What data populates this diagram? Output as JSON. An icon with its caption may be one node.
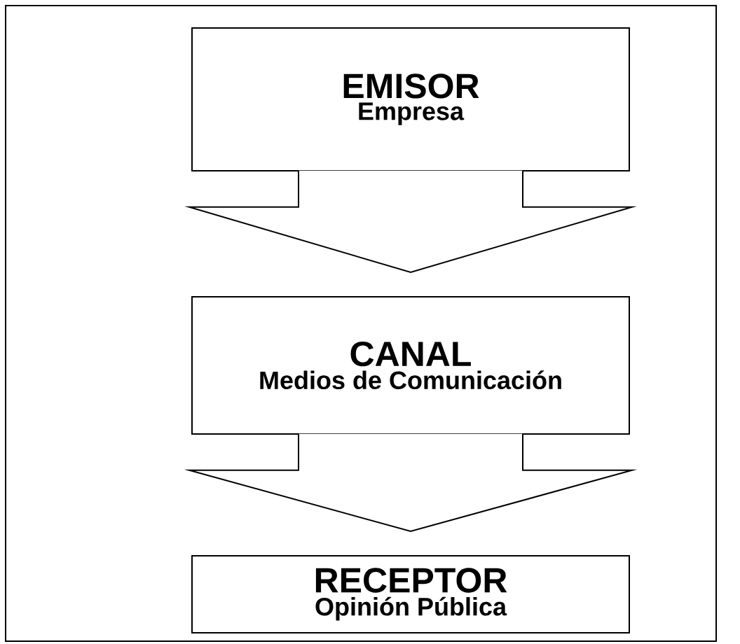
{
  "diagram": {
    "nodes": [
      {
        "text": [
          "EMISOR",
          "Empresa"
        ]
      },
      {
        "text": [
          "CANAL",
          "Medios de Comunicación"
        ]
      },
      {
        "text": [
          "RECEPTOR",
          "Opinión Pública"
        ]
      }
    ],
    "edges": [
      {
        "from": 0,
        "to": 1,
        "arrow": "to"
      },
      {
        "from": 1,
        "to": 2,
        "arrow": "to"
      }
    ]
  }
}
